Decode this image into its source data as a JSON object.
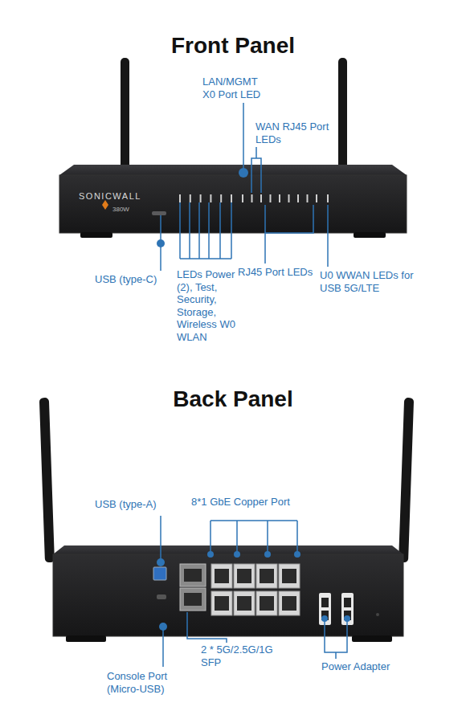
{
  "diagram": {
    "labels": [
      "Front Panel",
      "LAN/MGMT X0 Port LED",
      "WAN RJ45 Port LEDs",
      "SONICWALL",
      "380W",
      "USB (type-C)",
      "LEDs Power (2), Test, Security, Storage, Wireless W0 WLAN",
      "RJ45 Port LEDs",
      "U0 WWAN LEDs for USB 5G/LTE",
      "Back Panel",
      "USB (type-A)",
      "8*1 GbE Copper Port",
      "Console Port (Micro-USB)",
      "2 * 5G/2.5G/1G SFP",
      "Power Adapter"
    ]
  }
}
